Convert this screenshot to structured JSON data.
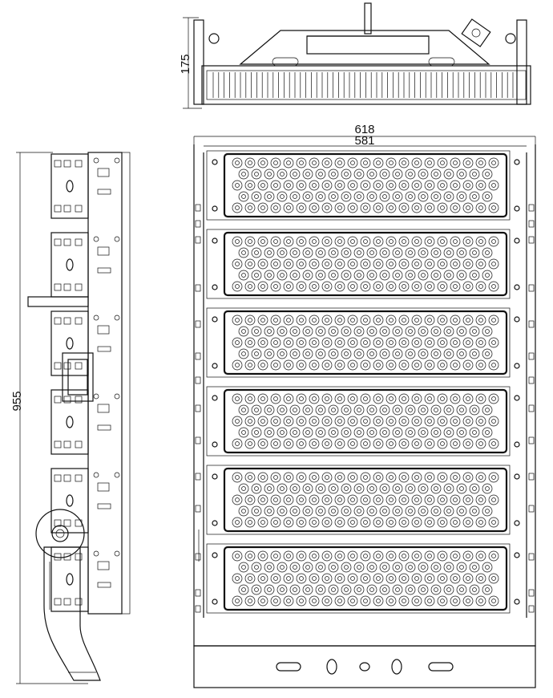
{
  "drawing": {
    "dims": {
      "overall_width": "618",
      "inner_width": "581",
      "height": "955",
      "depth": "175"
    }
  },
  "front": {
    "modules": 6,
    "led_rows": 5,
    "led_cols": 21
  }
}
